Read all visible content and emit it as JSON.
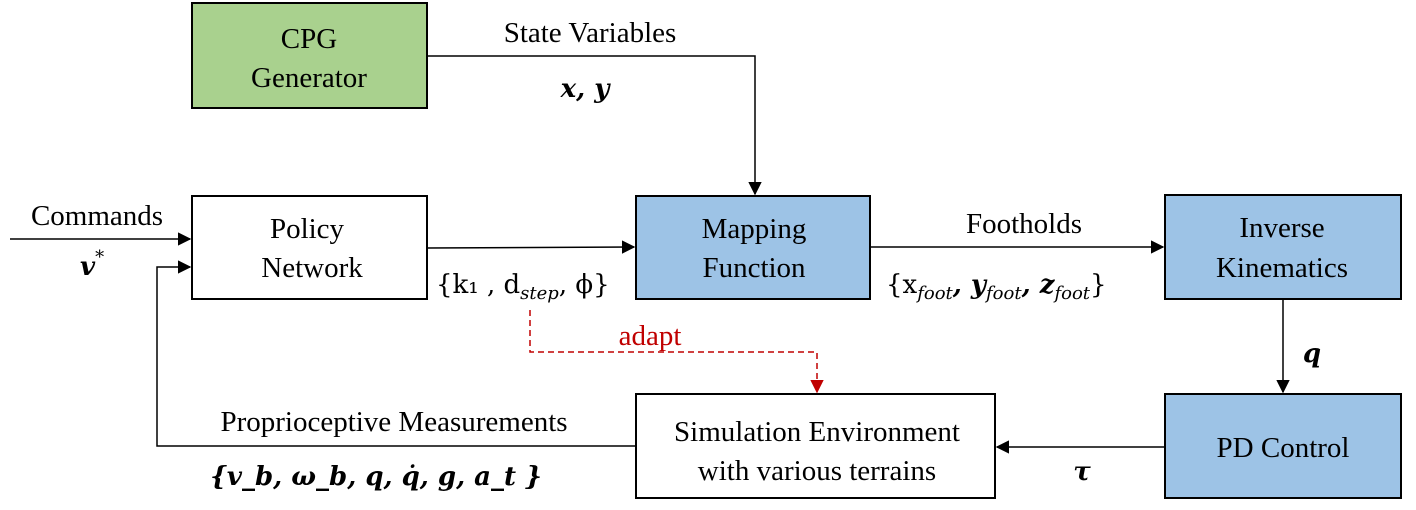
{
  "colors": {
    "green_box": "#a9d18e",
    "blue_box": "#9dc3e6",
    "white_box": "#ffffff",
    "border": "#000000",
    "adapt_red": "#c00000"
  },
  "boxes": {
    "cpg": {
      "line1": "CPG",
      "line2": "Generator"
    },
    "policy": {
      "line1": "Policy",
      "line2": "Network"
    },
    "mapping": {
      "line1": "Mapping",
      "line2": "Function"
    },
    "ik": {
      "line1": "Inverse",
      "line2": "Kinematics"
    },
    "pd": {
      "line1": "PD Control"
    },
    "sim": {
      "line1": "Simulation  Environment",
      "line2": "with various terrains"
    }
  },
  "labels": {
    "state_variables": "State Variables",
    "xy": "x, y",
    "commands": "Commands",
    "v_star": "v",
    "v_star_sup": "*",
    "policy_out": "{k₁ , d",
    "policy_out_sub": "step",
    "policy_out_tail": ", ϕ}",
    "footholds": "Footholds",
    "foot_out": "{x",
    "foot_sub": "foot",
    "foot_y": ", y",
    "foot_z": ", z",
    "foot_end": "}",
    "adapt": "adapt",
    "q": "q",
    "tau": "τ",
    "proprio": "Proprioceptive Measurements",
    "proprio_vars": "{v_b, ω_b, q, q̇, g, a_t }"
  }
}
